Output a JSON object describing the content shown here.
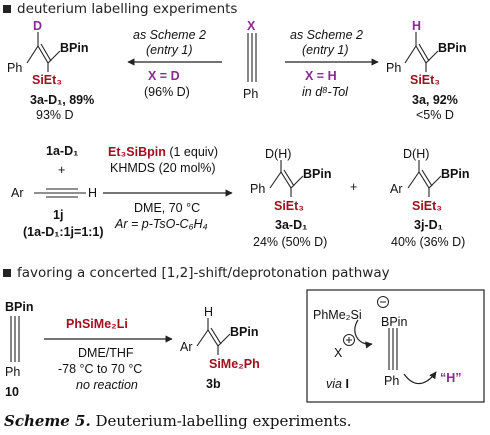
{
  "section_a": {
    "heading": "deuterium labelling experiments"
  },
  "top": {
    "left_condition_1": "as Scheme 2",
    "left_condition_2": "(entry 1)",
    "left_xd": "X = D",
    "left_yield": "(96% D)",
    "center_x": "X",
    "center_ph": "Ph",
    "right_condition_1": "as Scheme 2",
    "right_condition_2": "(entry 1)",
    "right_xh": "X = H",
    "right_solvent": "in d⁸-Tol",
    "left_product": {
      "d": "D",
      "ph": "Ph",
      "bpin": "BPin",
      "siet3": "SiEt₃",
      "label": "3a-D₁, 89%",
      "dpct": "93% D"
    },
    "right_product": {
      "h": "H",
      "ph": "Ph",
      "bpin": "BPin",
      "siet3": "SiEt₃",
      "label": "3a, 92%",
      "dpct": "<5% D"
    }
  },
  "middle": {
    "reagent_1": "1a-D₁",
    "plus": "+",
    "ar": "Ar",
    "h": "H",
    "reagent_2": "1j",
    "ratio": "(1a-D₁:1j=1:1)",
    "cond_reagent": "Et₃SiBpin",
    "cond_reagent_eq": " (1 equiv)",
    "cond_base": "KHMDS (20 mol%)",
    "cond_solvent": "DME, 70 °C",
    "cond_ar": "Ar = p-TsO-C₆H₄",
    "prod1": {
      "dh": "D(H)",
      "ph": "Ph",
      "bpin": "BPin",
      "siet3": "SiEt₃",
      "label": "3a-D₁",
      "yield": "24% (50% D)"
    },
    "plus2": "+",
    "prod2": {
      "dh": "D(H)",
      "ar": "Ar",
      "bpin": "BPin",
      "siet3": "SiEt₃",
      "label": "3j-D₁",
      "yield": "40% (36% D)"
    }
  },
  "section_b": {
    "heading": "favoring a concerted [1,2]-shift/deprotonation pathway"
  },
  "bottom": {
    "sm_bpin": "BPin",
    "sm_ph": "Ph",
    "sm_label": "10",
    "reagent": "PhSiMe₂Li",
    "cond_solvent": "DME/THF",
    "cond_temp": "-78 °C to 70 °C",
    "cond_note": "no reaction",
    "prod_h": "H",
    "prod_ar": "Ar",
    "prod_bpin": "BPin",
    "prod_si": "SiMe₂Ph",
    "prod_label": "3b",
    "box": {
      "phme2si": "PhMe₂Si",
      "bpin": "BPin",
      "x": "X",
      "via": "via",
      "roman": "I",
      "ph": "Ph",
      "h": "“H”"
    }
  },
  "caption": {
    "label": "Scheme 5.",
    "text": " Deuterium-labelling experiments."
  }
}
